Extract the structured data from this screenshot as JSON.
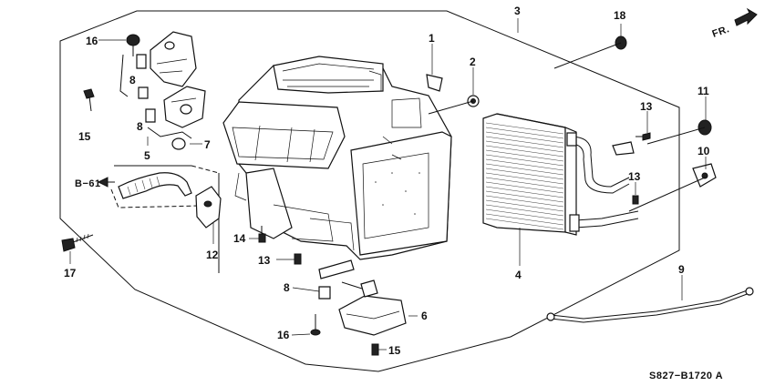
{
  "diagram_code": "S827−B1720 A",
  "direction_label": "FR.",
  "reference_label": "B−61",
  "callouts": {
    "c1": "1",
    "c2": "2",
    "c3": "3",
    "c4": "4",
    "c5": "5",
    "c6": "6",
    "c7": "7",
    "c8a": "8",
    "c8b": "8",
    "c8c": "8",
    "c9": "9",
    "c10": "10",
    "c11": "11",
    "c12": "12",
    "c13a": "13",
    "c13b": "13",
    "c13c": "13",
    "c14": "14",
    "c15a": "15",
    "c15b": "15",
    "c16a": "16",
    "c16b": "16",
    "c17": "17",
    "c18": "18"
  }
}
